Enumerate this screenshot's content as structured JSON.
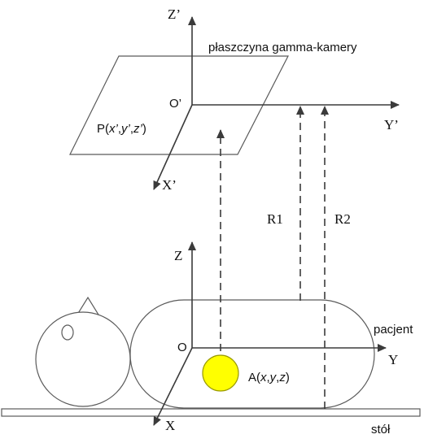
{
  "upper_frame": {
    "axis_z": "Z’",
    "axis_y": "Y’",
    "axis_x": "X’",
    "origin": "O’",
    "plane_label": "płaszczyna gamma-kamery",
    "projection_point": {
      "prefix": "P(",
      "x": "x’",
      "sep1": ",",
      "y": "y’",
      "sep2": ",",
      "z": "z’",
      "suffix": ")"
    }
  },
  "lower_frame": {
    "axis_z": "Z",
    "axis_y": "Y",
    "axis_x": "X",
    "origin": "O",
    "patient_label": "pacjent",
    "table_label": "stół",
    "source_point": {
      "prefix": "A(",
      "x": "x",
      "sep1": ",",
      "y": "y",
      "sep2": ",",
      "z": "z",
      "suffix": ")"
    },
    "source_color": "#ffff00",
    "source_border_color": "#9a9a00"
  },
  "rays": {
    "r1": "R1",
    "r2": "R2"
  },
  "colors": {
    "line": "#3b3b3b",
    "outline": "#5a5a5a",
    "background": "#ffffff"
  }
}
